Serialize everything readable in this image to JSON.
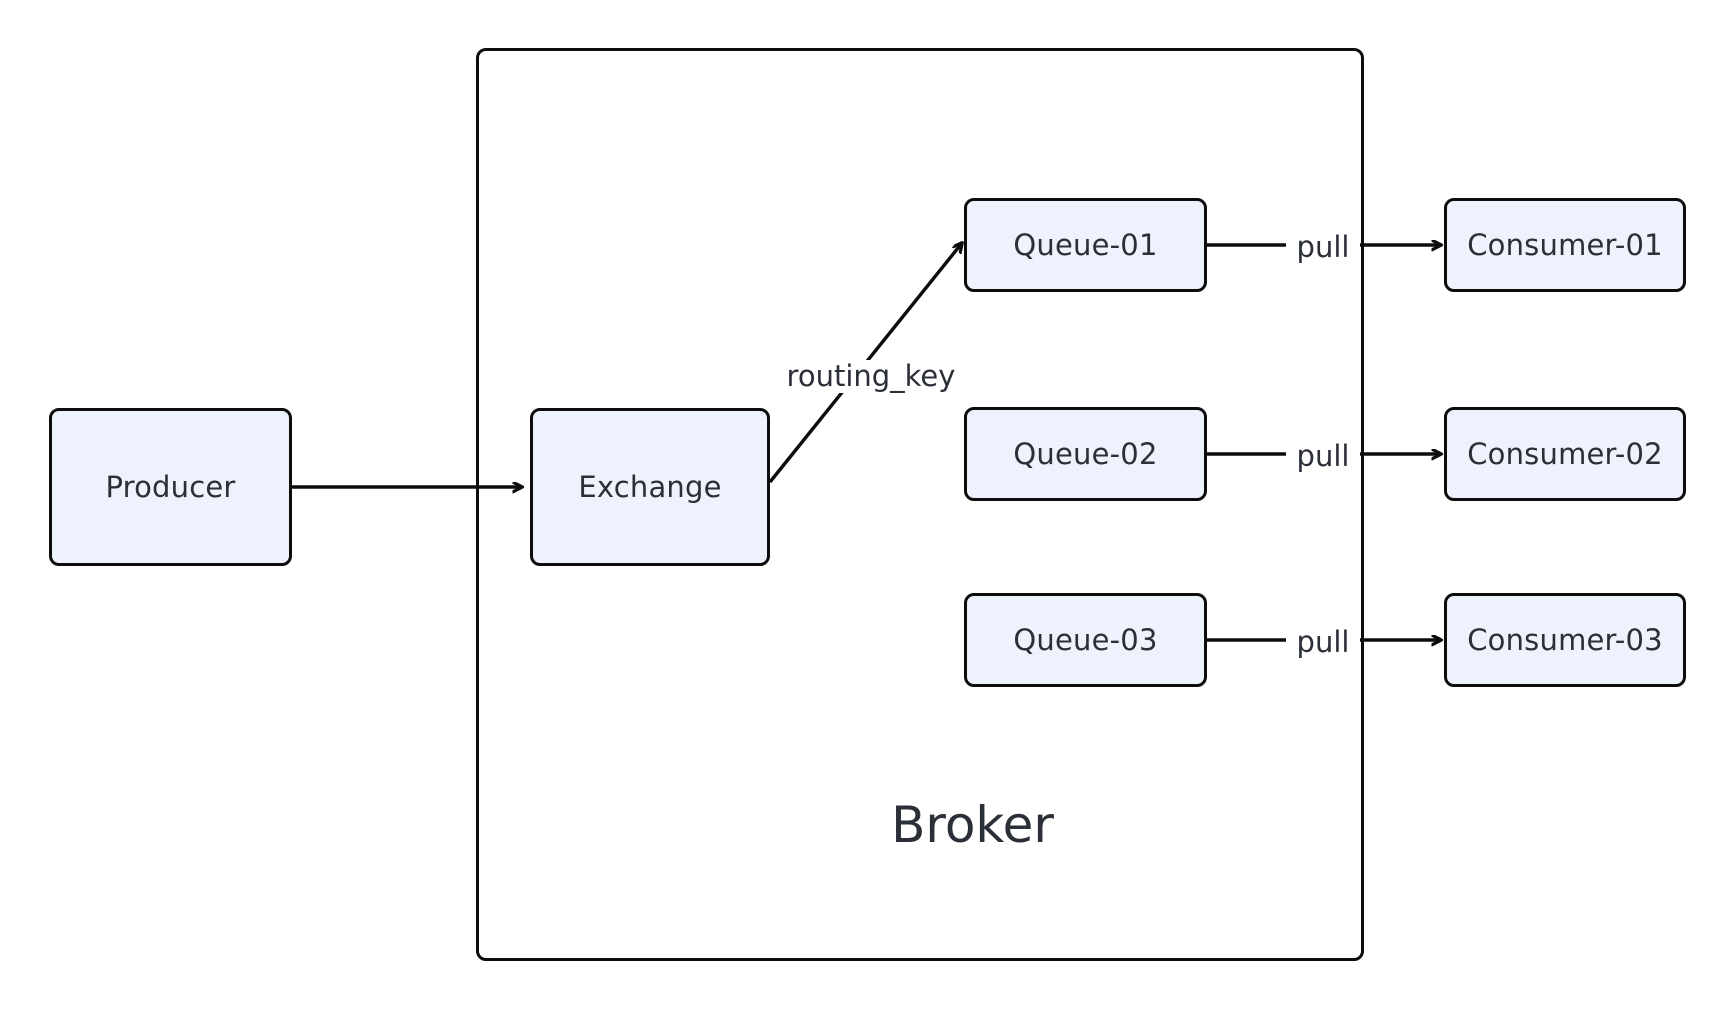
{
  "diagram": {
    "title_text": "Broker",
    "background_color": "#ffffff",
    "node_fill_color": "#eef2fc",
    "node_stroke_color": "#0d0d0d",
    "text_color": "#2b2f38",
    "container": {
      "label": "Broker"
    },
    "nodes": [
      {
        "id": "producer",
        "label": "Producer"
      },
      {
        "id": "exchange",
        "label": "Exchange"
      },
      {
        "id": "queue-01",
        "label": "Queue-01"
      },
      {
        "id": "queue-02",
        "label": "Queue-02"
      },
      {
        "id": "queue-03",
        "label": "Queue-03"
      },
      {
        "id": "consumer-01",
        "label": "Consumer-01"
      },
      {
        "id": "consumer-02",
        "label": "Consumer-02"
      },
      {
        "id": "consumer-03",
        "label": "Consumer-03"
      }
    ],
    "edges": [
      {
        "id": "producer-to-exchange",
        "label": ""
      },
      {
        "id": "exchange-to-queue-01",
        "label": "routing_key"
      },
      {
        "id": "queue-01-to-consumer-01",
        "label": "pull"
      },
      {
        "id": "queue-02-to-consumer-02",
        "label": "pull"
      },
      {
        "id": "queue-03-to-consumer-03",
        "label": "pull"
      }
    ]
  }
}
